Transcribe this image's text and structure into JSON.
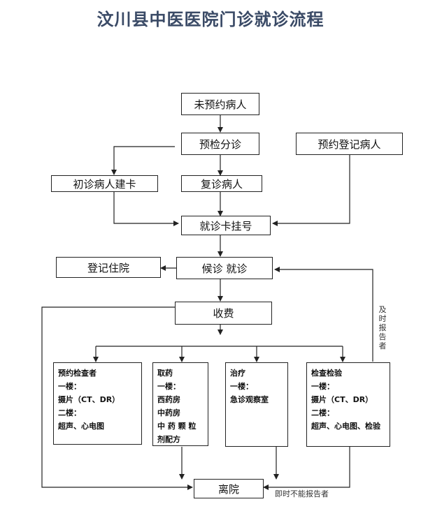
{
  "title": "汶川县中医医院门诊就诊流程",
  "nodes": {
    "unbooked": "未预约病人",
    "triage": "预检分诊",
    "booked": "预约登记病人",
    "first_visit": "初诊病人建卡",
    "return_visit": "复诊病人",
    "register": "就诊卡挂号",
    "inpatient": "登记住院",
    "waiting": "候诊 就诊",
    "payment": "收费",
    "discharge": "离院"
  },
  "departments": {
    "exam_booking": {
      "lines": [
        "预约检查者",
        "一楼：",
        "摄片（CT、DR）",
        "二楼：",
        "超声、心电图"
      ]
    },
    "pharmacy": {
      "lines": [
        "取药",
        "一楼：",
        "西药房",
        "中药房",
        "中 药 颗 粒 剂配方"
      ]
    },
    "treatment": {
      "lines": [
        "治疗",
        "一楼：",
        "急诊观察室"
      ]
    },
    "exam_test": {
      "lines": [
        "检查检验",
        "一楼：",
        "摄片（CT、DR）",
        "二楼：",
        "超声、心电图、检验"
      ]
    }
  },
  "notes": {
    "report_timely": "及时报告者",
    "report_not_timely": "即时不能报告者"
  }
}
